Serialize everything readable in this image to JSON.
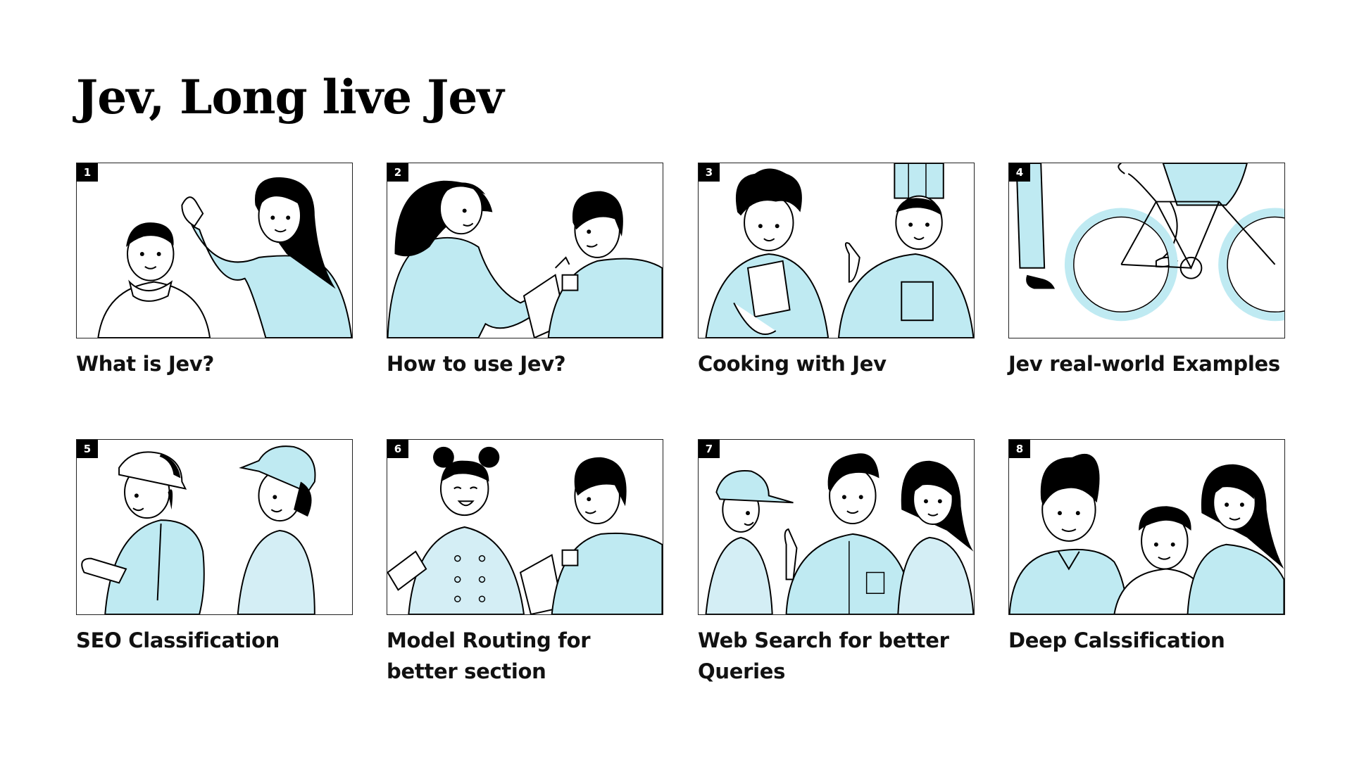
{
  "title": "Jev, Long live Jev",
  "colors": {
    "figure_fill": "#bfeaf2",
    "figure_fill_light": "#d4eef5",
    "outline": "#000000",
    "badge_bg": "#000000",
    "badge_text": "#ffffff"
  },
  "cards": [
    {
      "number": "1",
      "label": "What is Jev?",
      "illustration": "boy-and-woman-presenting-icon"
    },
    {
      "number": "2",
      "label": "How to use Jev?",
      "illustration": "woman-and-man-with-coffee-icon"
    },
    {
      "number": "3",
      "label": "Cooking with Jev",
      "illustration": "curly-boy-and-chef-icon"
    },
    {
      "number": "4",
      "label": "Jev real-world Examples",
      "illustration": "bicycle-rider-icon"
    },
    {
      "number": "5",
      "label": "SEO Classification",
      "illustration": "two-people-with-caps-icon"
    },
    {
      "number": "6",
      "label": "Model Routing for better section",
      "illustration": "girl-chef-and-man-with-coffee-icon"
    },
    {
      "number": "7",
      "label": "Web Search for better Queries",
      "illustration": "three-people-talking-icon"
    },
    {
      "number": "8",
      "label": "Deep Calssification",
      "illustration": "three-people-portrait-icon"
    }
  ]
}
